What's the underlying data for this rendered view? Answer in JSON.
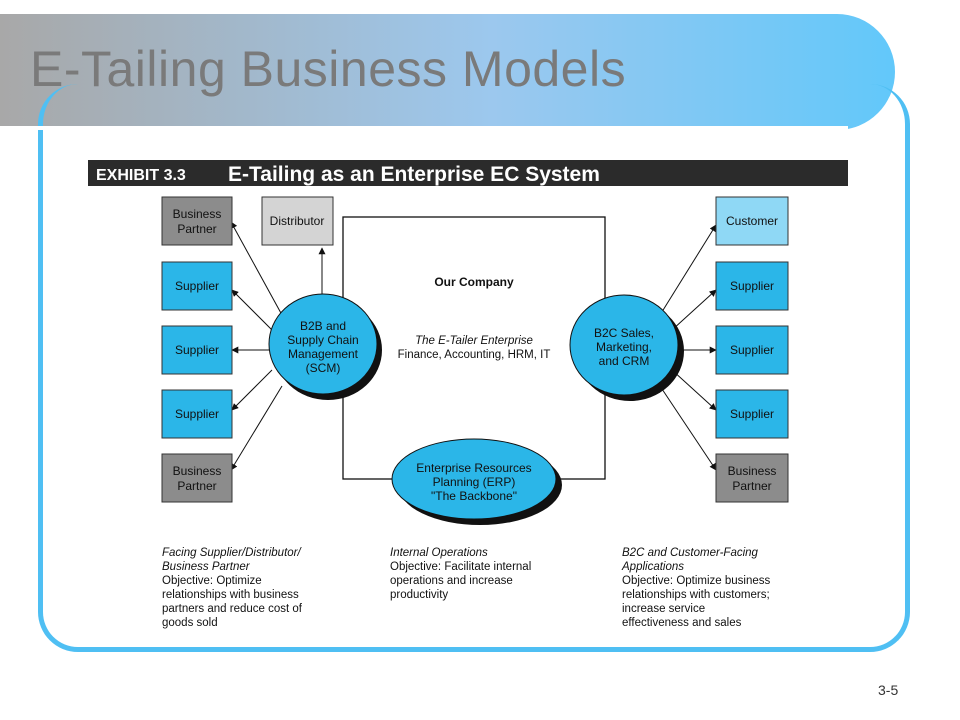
{
  "slide": {
    "title": "E-Tailing Business Models",
    "page_number": "3-5"
  },
  "exhibit": {
    "label": "EXHIBIT 3.3",
    "heading": "E-Tailing as an Enterprise EC System",
    "company": {
      "name": "Our Company",
      "line1": "The E-Tailer Enterprise",
      "line2": "Finance, Accounting, HRM, IT"
    },
    "left_hub": [
      "B2B and",
      "Supply Chain",
      "Management",
      "(SCM)"
    ],
    "right_hub": [
      "B2C Sales,",
      "Marketing,",
      "and CRM"
    ],
    "bottom_hub": [
      "Enterprise Resources",
      "Planning (ERP)",
      "\"The Backbone\""
    ],
    "left_boxes": {
      "business_partner_top": [
        "Business",
        "Partner"
      ],
      "distributor": "Distributor",
      "supplier_1": "Supplier",
      "supplier_2": "Supplier",
      "supplier_3": "Supplier",
      "business_partner_bottom": [
        "Business",
        "Partner"
      ]
    },
    "right_boxes": {
      "customer": "Customer",
      "supplier_1": "Supplier",
      "supplier_2": "Supplier",
      "supplier_3": "Supplier",
      "business_partner": [
        "Business",
        "Partner"
      ]
    },
    "captions": {
      "left": {
        "title": [
          "Facing Supplier/Distributor/",
          "Business Partner"
        ],
        "body": [
          "Objective: Optimize",
          "relationships with business",
          "partners and reduce cost of",
          "goods sold"
        ]
      },
      "middle": {
        "title": [
          "Internal Operations"
        ],
        "body": [
          "Objective: Facilitate internal",
          "operations and increase",
          "productivity"
        ]
      },
      "right": {
        "title": [
          "B2C and Customer-Facing",
          "Applications"
        ],
        "body": [
          "Objective: Optimize business",
          "relationships with customers;",
          "increase service",
          "effectiveness and sales"
        ]
      }
    }
  },
  "colors": {
    "accent_blue": "#2bb6e8",
    "gray_box": "#8c8c8c",
    "light_gray_box": "#d4d4d4",
    "light_blue_box": "#8fd8f5",
    "frame": "#4fbff3"
  }
}
